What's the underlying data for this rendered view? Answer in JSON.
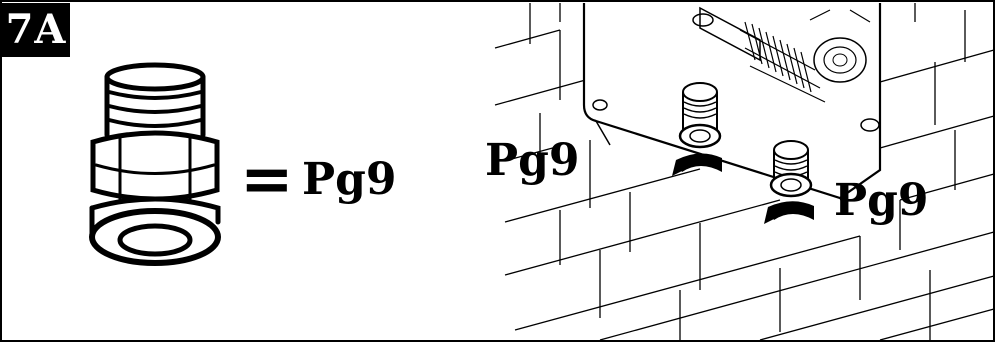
{
  "figure": {
    "step_label": "7A",
    "equals_sign": "=",
    "gland_size_left": "Pg9",
    "gland_size_middle": "Pg9",
    "gland_size_right": "Pg9"
  },
  "icons": {
    "cable_gland": "cable-gland-icon",
    "enclosure": "junction-box-icon",
    "wall": "brick-wall-icon",
    "rotate": "rotate-arrow-icon"
  }
}
